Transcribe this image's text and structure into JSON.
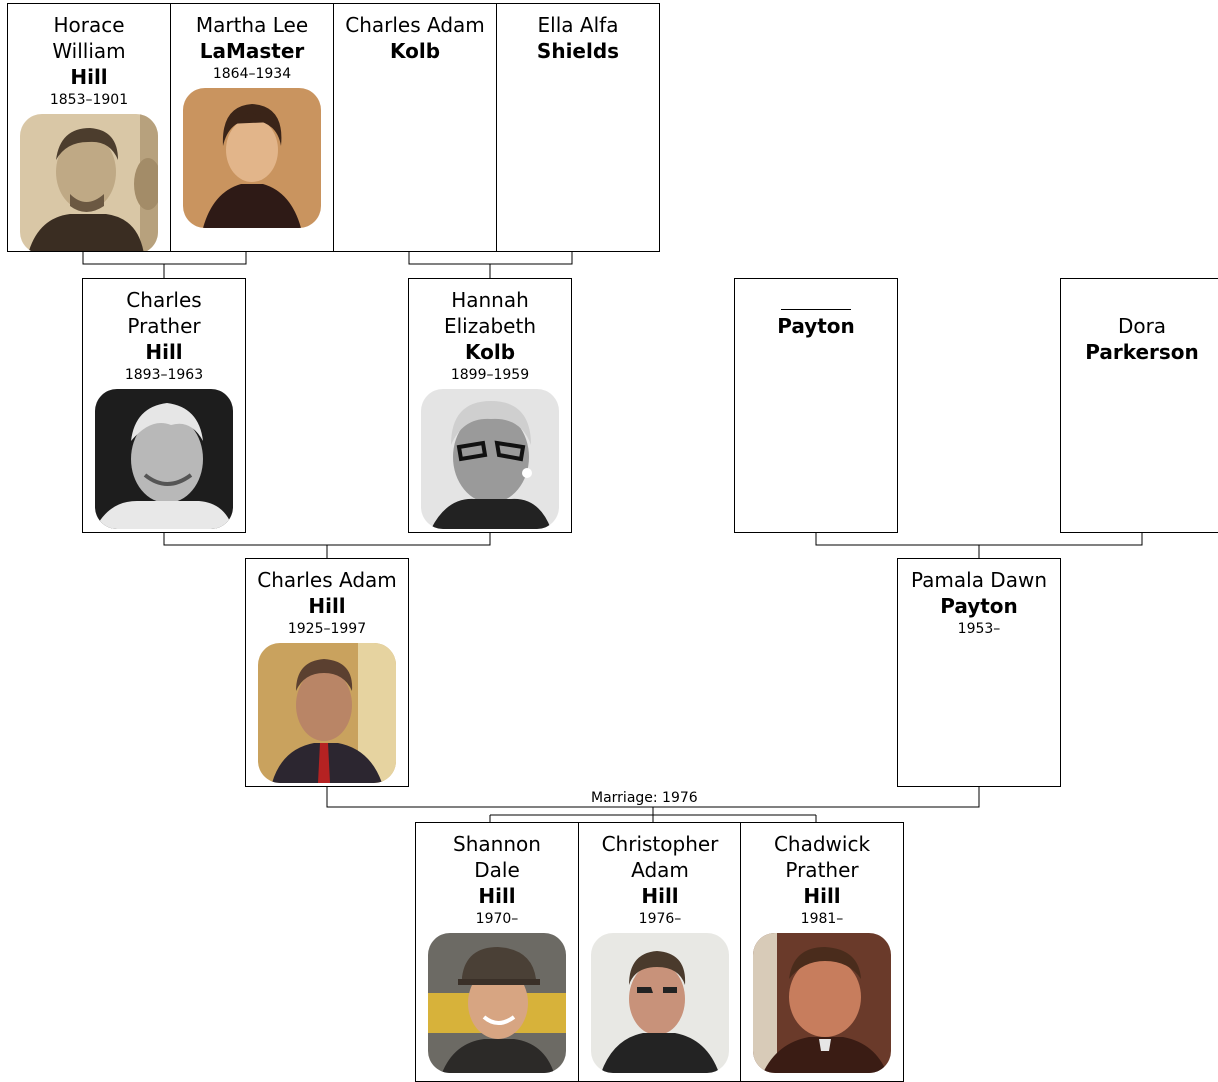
{
  "people": {
    "horace": {
      "given": "Horace\nWilliam",
      "surname": "Hill",
      "dates": "1853–1901",
      "photo": "sepia-portrait-man"
    },
    "martha": {
      "given": "Martha Lee",
      "surname": "LaMaster",
      "dates": "1864–1934",
      "photo": "sepia-portrait-woman"
    },
    "charles_kolb": {
      "given": "Charles Adam",
      "surname": "Kolb"
    },
    "ella": {
      "given": "Ella Alfa",
      "surname": "Shields"
    },
    "charles_prather": {
      "given": "Charles\nPrather",
      "surname": "Hill",
      "dates": "1893–1963",
      "photo": "bw-portrait-old-man"
    },
    "hannah": {
      "given": "Hannah\nElizabeth",
      "surname": "Kolb",
      "dates": "1899–1959",
      "photo": "bw-portrait-woman-glasses"
    },
    "payton_father": {
      "given": "",
      "surname": "Payton"
    },
    "dora": {
      "given": "Dora",
      "surname": "Parkerson"
    },
    "charles_adam_hill": {
      "given": "Charles Adam",
      "surname": "Hill",
      "dates": "1925–1997",
      "photo": "color-portrait-man-suit"
    },
    "pamala": {
      "given": "Pamala Dawn",
      "surname": "Payton",
      "dates": "1953–"
    },
    "shannon": {
      "given": "Shannon\nDale",
      "surname": "Hill",
      "dates": "1970–",
      "photo": "color-portrait-man-cap"
    },
    "christopher": {
      "given": "Christopher\nAdam",
      "surname": "Hill",
      "dates": "1976–",
      "photo": "color-portrait-man-jacket"
    },
    "chadwick": {
      "given": "Chadwick\nPrather",
      "surname": "Hill",
      "dates": "1981–",
      "photo": "color-portrait-man-red"
    }
  },
  "marriage": {
    "label": "Marriage: 1976"
  },
  "colors": {
    "line": "#000000",
    "card_border": "#000000",
    "background": "#ffffff"
  }
}
